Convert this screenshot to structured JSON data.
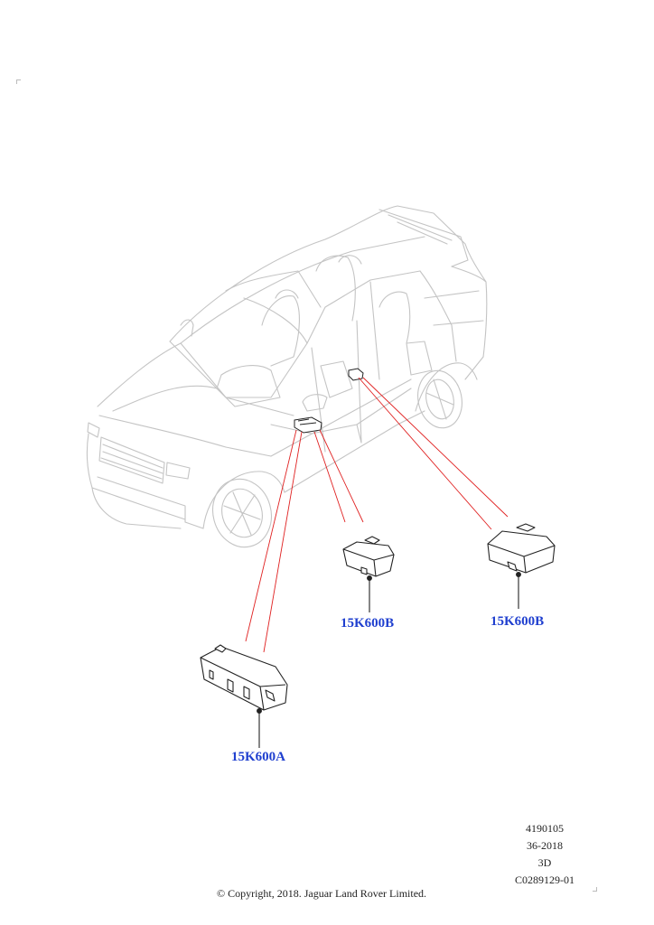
{
  "parts": [
    {
      "id": "a",
      "label": "15K600A"
    },
    {
      "id": "b1",
      "label": "15K600B"
    },
    {
      "id": "b2",
      "label": "15K600B"
    }
  ],
  "reference": {
    "line1": "4190105",
    "line2": "36-2018",
    "line3": "3D",
    "line4": "C0289129-01"
  },
  "copyright": "© Copyright, 2018. Jaguar Land Rover Limited.",
  "colors": {
    "label": "#1f3fcf",
    "leader": "#e02020",
    "outline": "#c4c4c4",
    "part_stroke": "#222222"
  }
}
